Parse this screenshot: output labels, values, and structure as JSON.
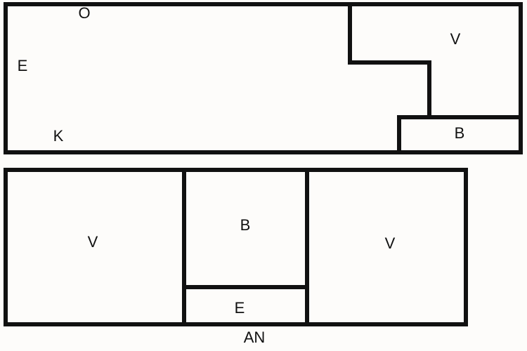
{
  "diagram": {
    "top_plan": {
      "labels": {
        "o": "O",
        "e": "E",
        "k": "K",
        "v": "V",
        "b": "B"
      }
    },
    "bottom_plan": {
      "labels": {
        "v_left": "V",
        "b": "B",
        "e": "E",
        "v_right": "V"
      },
      "caption": "AN"
    },
    "colors": {
      "line": "#111111",
      "background": "#fdfcfa"
    }
  }
}
